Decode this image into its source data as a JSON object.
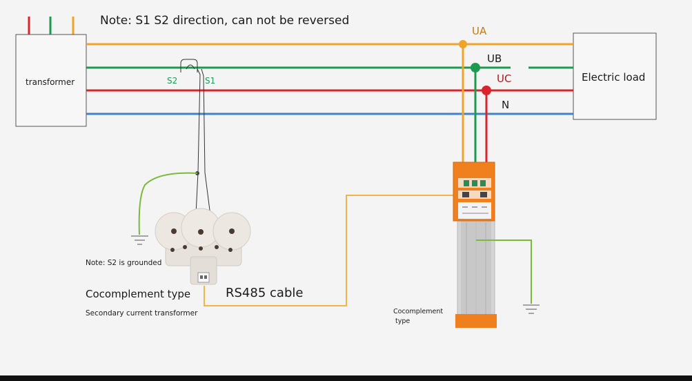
{
  "notes": {
    "direction": "Note: S1 S2 direction, can not be reversed",
    "s2_grounded": "Note: S2 is grounded"
  },
  "transformer": {
    "label": "transformer"
  },
  "load": {
    "label": "Electric load"
  },
  "phases": [
    {
      "key": "UA",
      "label": "UA",
      "color": "#f0a32a"
    },
    {
      "key": "UB",
      "label": "UB",
      "color": "#1e9a50"
    },
    {
      "key": "UC",
      "label": "UC",
      "color": "#d9232d"
    },
    {
      "key": "N",
      "label": "N",
      "color": "#3c84c6"
    }
  ],
  "ct_terminals": {
    "s1": "S1",
    "s2": "S2"
  },
  "ct_device": {
    "title": "Cocomplement type",
    "subtitle": "Secondary current transformer"
  },
  "cable": {
    "label": "RS485 cable"
  },
  "meter": {
    "line1": "Cocomplement",
    "line2": "type"
  },
  "colors": {
    "meter_orange": "#f07f1e",
    "ground_wire": "#7ab93a",
    "rs485_wire": "#f0b44a"
  }
}
